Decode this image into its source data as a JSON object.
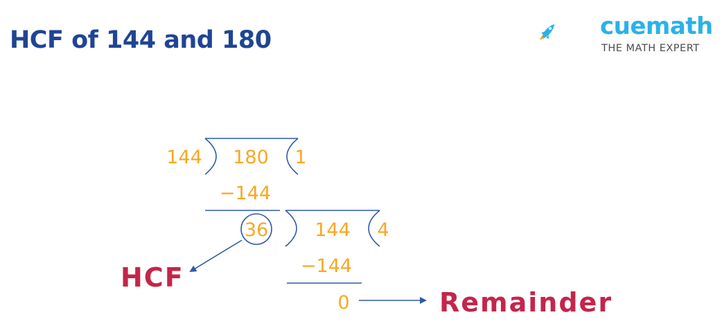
{
  "title": "HCF of 144 and 180",
  "logo": {
    "icon": "rocket-icon",
    "word": "cuemath",
    "tagline": "THE MATH EXPERT"
  },
  "division": {
    "step1": {
      "divisor": "144",
      "dividend": "180",
      "quotient": "1",
      "subtract": "−144",
      "remainder": "36"
    },
    "step2": {
      "dividend": "144",
      "quotient": "4",
      "subtract": "−144",
      "remainder": "0"
    }
  },
  "labels": {
    "hcf": "HCF",
    "remainder": "Remainder"
  },
  "colors": {
    "title": "#1f4594",
    "numbers": "#f7a823",
    "labels": "#c4254b",
    "lines": "#2e5aa8",
    "logo_blue": "#2ab2e8"
  }
}
